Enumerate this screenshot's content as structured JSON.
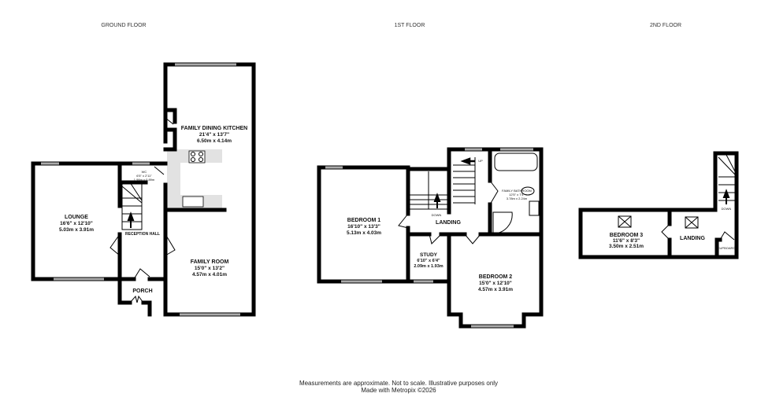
{
  "floors": [
    {
      "title": "GROUND FLOOR"
    },
    {
      "title": "1ST FLOOR"
    },
    {
      "title": "2ND FLOOR"
    }
  ],
  "rooms": {
    "kitchen": {
      "name": "FAMILY DINING KITCHEN",
      "imperial": "21'4\" x 13'7\"",
      "metric": "6.50m x 4.14m"
    },
    "lounge": {
      "name": "LOUNGE",
      "imperial": "16'6\" x 12'10\"",
      "metric": "5.03m x 3.91m"
    },
    "wc": {
      "name": "WC",
      "imperial": "6'5\" x 2'11\"",
      "metric": "1.96m x 0.89m"
    },
    "hall": {
      "name": "RECEPTION HALL"
    },
    "family": {
      "name": "FAMILY ROOM",
      "imperial": "15'0\" x 13'2\"",
      "metric": "4.57m x 4.01m"
    },
    "porch": {
      "name": "PORCH"
    },
    "bed1": {
      "name": "BEDROOM 1",
      "imperial": "16'10\" x 13'3\"",
      "metric": "5.13m x 4.03m"
    },
    "landing1": {
      "name": "LANDING"
    },
    "study": {
      "name": "STUDY",
      "imperial": "6'10\" x 6'4\"",
      "metric": "2.09m x 1.93m"
    },
    "bath": {
      "name": "FAMILY BATHROOM",
      "imperial": "12'5\" x 7'4\"",
      "metric": "3.78m x 2.24m"
    },
    "bed2": {
      "name": "BEDROOM 2",
      "imperial": "15'0\" x 12'10\"",
      "metric": "4.57m x 3.91m"
    },
    "bed3": {
      "name": "BEDROOM 3",
      "imperial": "11'6\" x 8'3\"",
      "metric": "3.50m x 2.51m"
    },
    "landing2": {
      "name": "LANDING"
    },
    "cupboard": {
      "name": "CUPBOARD"
    }
  },
  "stairs": {
    "up": "UP",
    "down1": "DOWN",
    "down2": "DOWN"
  },
  "footer": {
    "line1": "Measurements are approximate.  Not to scale.  Illustrative purposes only",
    "line2": "Made with Metropix ©2026"
  }
}
